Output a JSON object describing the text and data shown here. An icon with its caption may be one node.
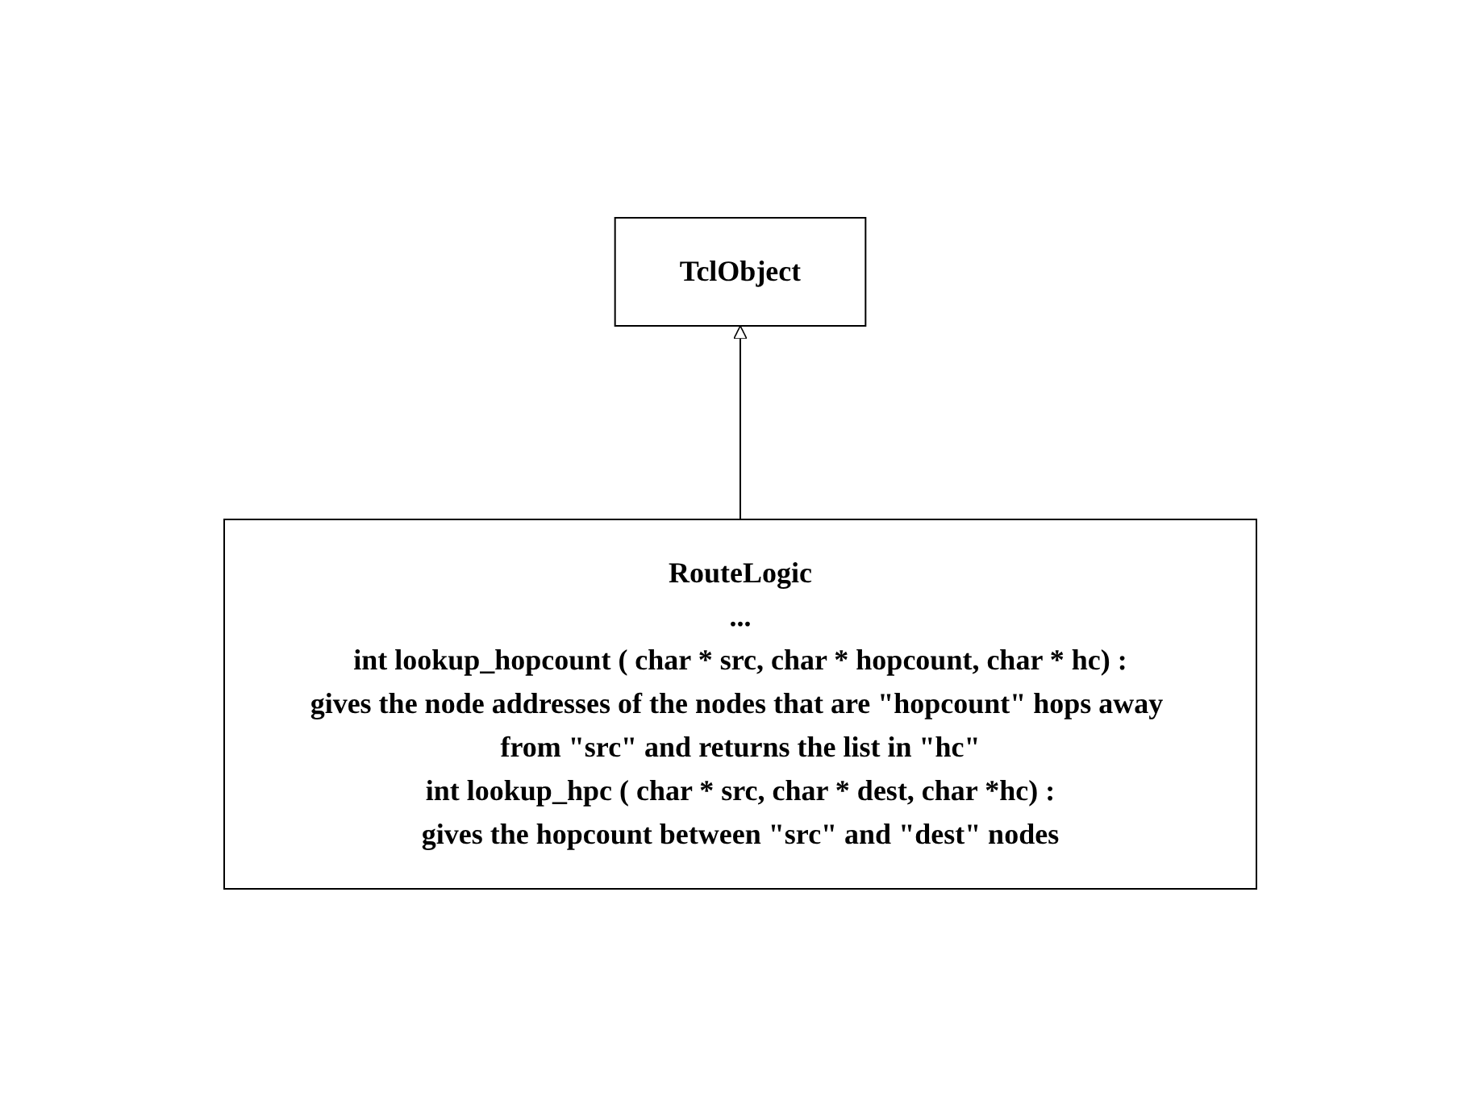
{
  "diagram": {
    "nodes": [
      {
        "text": [
          "TclObject"
        ]
      },
      {
        "text": [
          "RouteLogic",
          "...",
          "int lookup_hopcount ( char * src, char * hopcount, char * hc) :",
          "gives the node addresses of the nodes that are \"hopcount\" hops away from \"src\" and returns the list in \"hc\"",
          "int lookup_hpc ( char * src, char * dest, char *hc) :",
          "gives the hopcount between \"src\" and \"dest\" nodes"
        ]
      }
    ],
    "edges": [
      {
        "from": 1,
        "to": 0,
        "arrow": "to"
      }
    ]
  }
}
